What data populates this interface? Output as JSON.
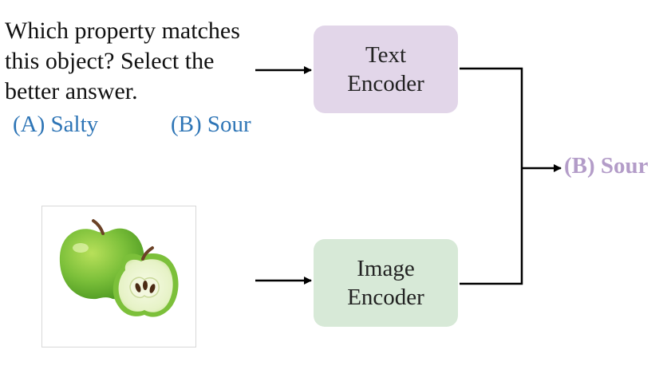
{
  "question": {
    "lines": [
      "Which property matches",
      "this object? Select the",
      "better answer."
    ]
  },
  "options": {
    "a": "(A) Salty",
    "b": "(B) Sour"
  },
  "text_encoder": {
    "line1": "Text",
    "line2": "Encoder"
  },
  "image_encoder": {
    "line1": "Image",
    "line2": "Encoder"
  },
  "output": "(B) Sour",
  "colors": {
    "option_text": "#2E75B6",
    "output_text": "#B39CC8",
    "text_encoder_fill": "#E2D6E9",
    "image_encoder_fill": "#D7E9D7"
  },
  "image": {
    "subject": "green apple and apple half"
  }
}
